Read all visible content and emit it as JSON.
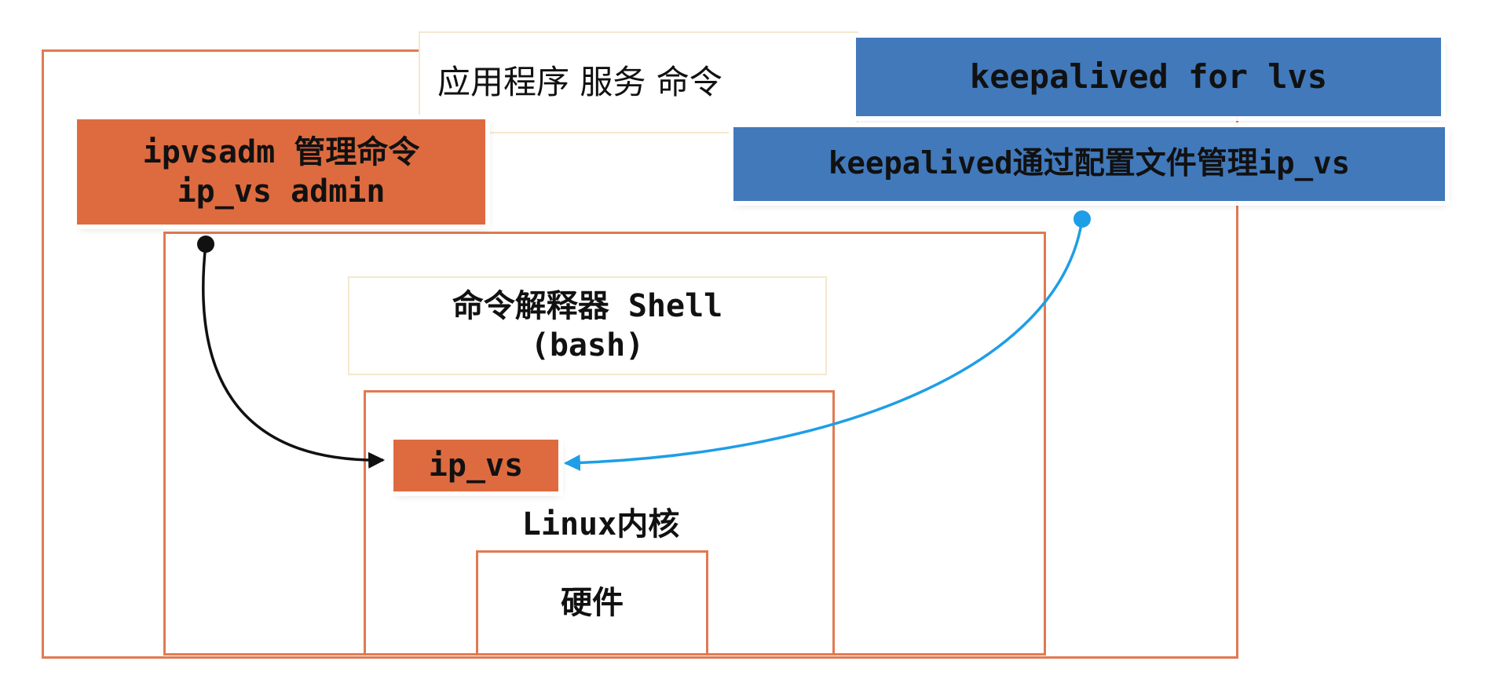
{
  "colors": {
    "frame_border": "#e07a52",
    "orange_box": "#de6b3f",
    "blue_box": "#4179bb",
    "cream_border": "#f5e7cf",
    "black_arrow": "#111111",
    "blue_arrow": "#1e9ee6"
  },
  "app_layer": {
    "label": "应用程序 服务 命令"
  },
  "ipvsadm_box": {
    "line1": "ipvsadm  管理命令",
    "line2": "ip_vs admin"
  },
  "keepalived_title": {
    "label": "keepalived for lvs"
  },
  "keepalived_desc": {
    "label": "keepalived通过配置文件管理ip_vs"
  },
  "shell_box": {
    "line1": "命令解释器 Shell",
    "line2": "(bash)"
  },
  "ipvs_box": {
    "label": "ip_vs"
  },
  "kernel": {
    "label": "Linux内核"
  },
  "hardware": {
    "label": "硬件"
  }
}
